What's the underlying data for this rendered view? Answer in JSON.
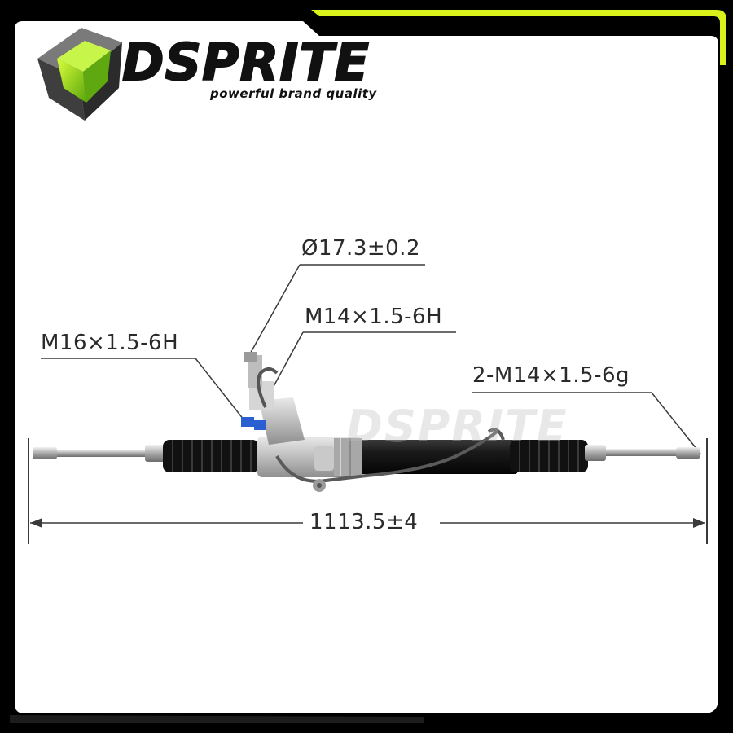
{
  "brand": {
    "name": "DSPRITE",
    "tagline": "powerful brand quality",
    "watermark": "DSPRITE"
  },
  "dimensions": {
    "bore_diameter": "Ø17.3±0.2",
    "port_thread_upper": "M14×1.5-6H",
    "port_thread_lower": "M16×1.5-6H",
    "tie_rod_thread": "2-M14×1.5-6g",
    "overall_length": "1113.5±4"
  },
  "colors": {
    "accent": "#d8f21a",
    "frame": "#000000",
    "background": "#ffffff",
    "rack_body": "#141414",
    "housing": "#c9c9c9",
    "port_cap": "#2a5fd1"
  }
}
